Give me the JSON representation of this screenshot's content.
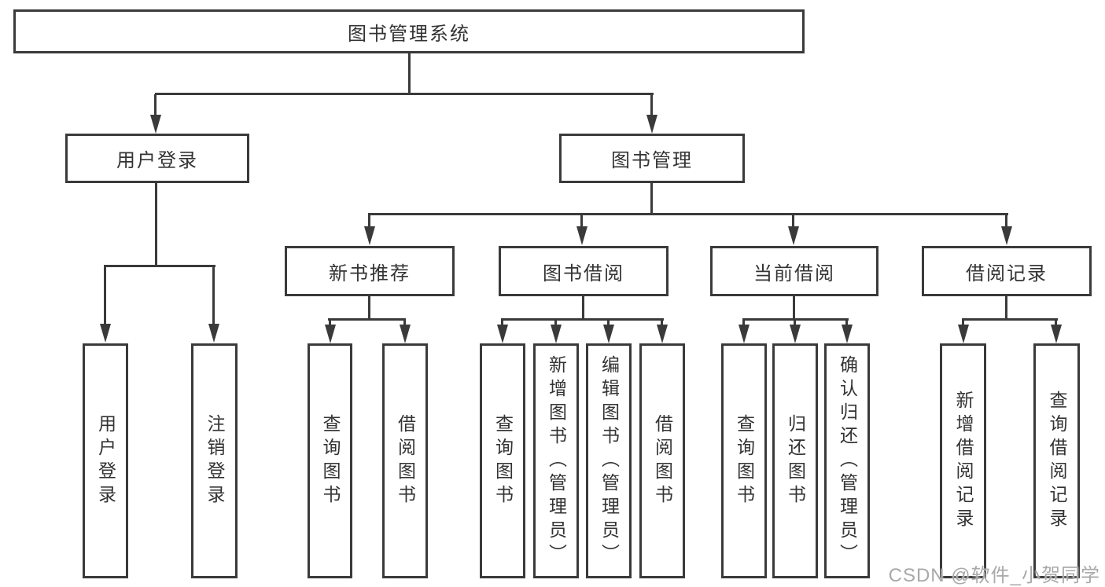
{
  "title": "图书管理系统",
  "watermark": "CSDN @软件_小贺同学",
  "colors": {
    "line": "#3a3a3a",
    "text": "#333333",
    "box_background": "#ffffff",
    "watermark": "#a9a9a9",
    "background": "#ffffff"
  },
  "tree": {
    "root": "图书管理系统",
    "branches": [
      {
        "label": "用户登录",
        "children": [
          "用户登录",
          "注销登录"
        ]
      },
      {
        "label": "图书管理",
        "children": [
          {
            "label": "新书推荐",
            "children": [
              "查询图书",
              "借阅图书"
            ]
          },
          {
            "label": "图书借阅",
            "children": [
              "查询图书",
              "新增图书（管理员）",
              "编辑图书（管理员）",
              "借阅图书"
            ]
          },
          {
            "label": "当前借阅",
            "children": [
              "查询图书",
              "归还图书",
              "确认归还（管理员）"
            ]
          },
          {
            "label": "借阅记录",
            "children": [
              "新增借阅记录",
              "查询借阅记录"
            ]
          }
        ]
      }
    ]
  }
}
